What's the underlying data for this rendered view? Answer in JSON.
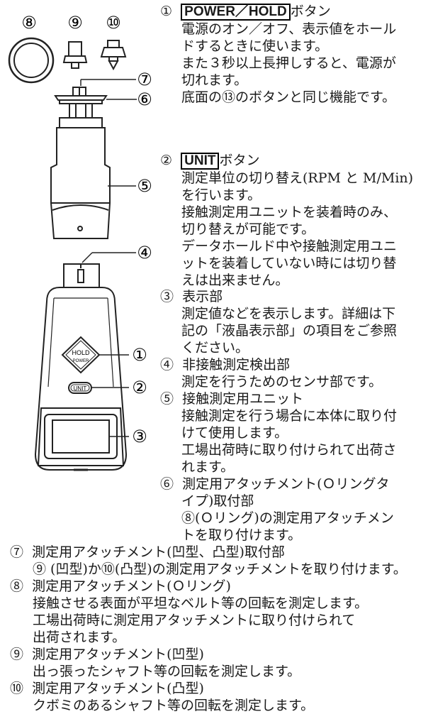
{
  "figure_labels": {
    "n8": "⑧",
    "n9": "⑨",
    "n10": "⑩",
    "n7": "⑦",
    "n6": "⑥",
    "n5": "⑤",
    "n4": "④",
    "n1": "①",
    "n2": "②",
    "n3": "③",
    "hold_label": "HOLD",
    "power_label": "POWER",
    "unit_label": "UNIT"
  },
  "items": {
    "i1": {
      "num": "①",
      "title_button": "POWER／HOLD",
      "title_suffix": "ボタン",
      "lines": [
        "電源のオン／オフ、表示値をホール",
        "ドするときに使います。",
        "また３秒以上長押しすると、電源が",
        "切れます。",
        "底面の⑬のボタンと同じ機能です。"
      ]
    },
    "i2": {
      "num": "②",
      "title_button": "UNIT",
      "title_suffix": "ボタン",
      "lines": [
        "測定単位の切り替え(RPM と M/Min)",
        "を行います。",
        "接触測定用ユニットを装着時のみ、",
        "切り替えが可能です。",
        "データホールド中や接触測定用ユニ",
        "ットを装着していない時には切り替",
        "えは出来ません。"
      ]
    },
    "i3": {
      "num": "③",
      "title": "表示部",
      "lines": [
        "測定値などを表示します。詳細は下",
        "記の「液晶表示部」の項目をご参照",
        "ください。"
      ]
    },
    "i4": {
      "num": "④",
      "title": "非接触測定検出部",
      "lines": [
        "測定を行うためのセンサ部です。"
      ]
    },
    "i5": {
      "num": "⑤",
      "title": "接触測定用ユニット",
      "lines": [
        "接触測定を行う場合に本体に取り付",
        "けて使用します。",
        "工場出荷時に取り付けられて出荷さ",
        "れます。"
      ]
    },
    "i6": {
      "num": "⑥",
      "title_lines": [
        "測定用アタッチメント(Ｏリングタ",
        "イプ)取付部"
      ],
      "lines": [
        "⑧(Ｏリング)の測定用アタッチメン",
        "トを取り付けます。"
      ]
    },
    "i7": {
      "num": "⑦",
      "title": "測定用アタッチメント(凹型、凸型)取付部",
      "lines": [
        "⑨ (凹型)か⑩(凸型)の測定用アタッチメントを取り付けます。"
      ]
    },
    "i8": {
      "num": "⑧",
      "title": "測定用アタッチメント(Ｏリング)",
      "lines": [
        "接触させる表面が平坦なベルト等の回転を測定します。",
        "工場出荷時に測定用アタッチメントに取り付けられて",
        "出荷されます。"
      ]
    },
    "i9": {
      "num": "⑨",
      "title": "測定用アタッチメント(凹型)",
      "lines": [
        "出っ張ったシャフト等の回転を測定します。"
      ]
    },
    "i10": {
      "num": "⑩",
      "title": "測定用アタッチメント(凸型)",
      "lines": [
        "クボミのあるシャフト等の回転を測定します。"
      ]
    }
  }
}
